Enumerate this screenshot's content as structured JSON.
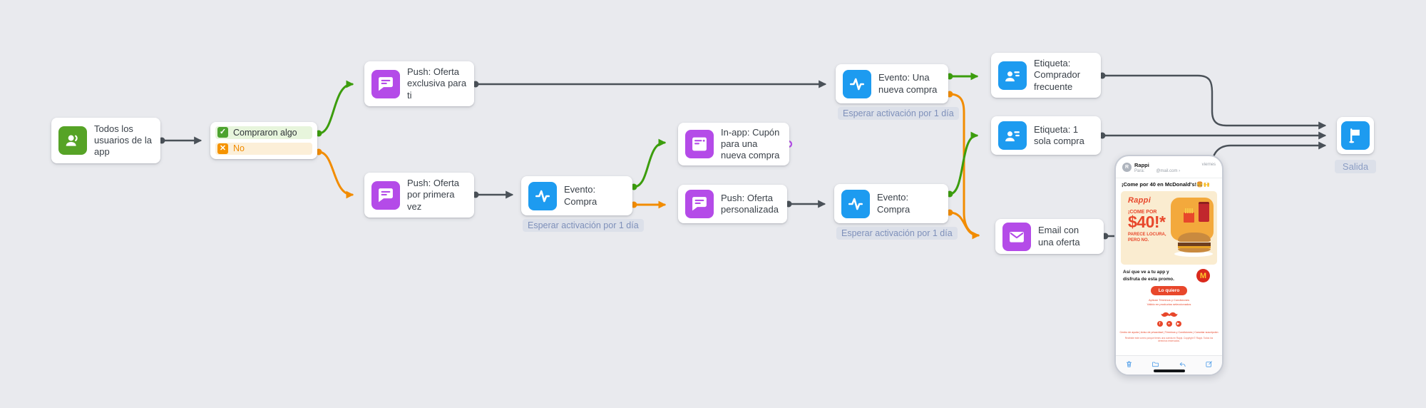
{
  "nodes": {
    "audience": {
      "title": "Todos los usuarios de la app"
    },
    "split": {
      "branch_yes": "Compraron algo",
      "branch_no": "No"
    },
    "push_exclusive": {
      "title": "Push: Oferta exclusiva para ti"
    },
    "push_first_time": {
      "title": "Push: Oferta por primera vez"
    },
    "event_purchase_1": {
      "title": "Evento: Compra",
      "wait_badge": "Esperar activación por 1 día"
    },
    "inapp_coupon": {
      "title": "In-app: Cupón para una nueva compra"
    },
    "push_personalized": {
      "title": "Push: Oferta personalizada"
    },
    "event_purchase_2": {
      "title": "Evento: Compra",
      "wait_badge": "Esperar activación por 1 día"
    },
    "event_new_purchase": {
      "title": "Evento: Una nueva compra",
      "wait_badge": "Esperar activación por 1 día"
    },
    "tag_frequent": {
      "title": "Etiqueta: Comprador frecuente"
    },
    "tag_single": {
      "title": "Etiqueta: 1 sola compra"
    },
    "email_offer": {
      "title": "Email con una oferta"
    },
    "exit": {
      "label": "Salida"
    }
  },
  "phone_email": {
    "avatar_letter": "R",
    "sender": "Rappi",
    "to_label": "Para:",
    "to_address": "@mail.com ›",
    "date": "viernes",
    "subject": "¡Come por 40 en McDonald's!🍔🙌",
    "hero_brand": "Rappi",
    "hero_line1": "¡COME POR",
    "hero_amount": "$40!*",
    "hero_line2": "PARECE LOCURA,",
    "hero_line3": "PERO NO.",
    "body_line1": "Así que ve a tu app y",
    "body_line2": "disfruta de esta promo.",
    "mcdonalds_m": "M",
    "cta_label": "Lo quiero",
    "legal_line1": "Aplican Términos y Condiciones",
    "legal_line2": "Válido en productos seleccionados",
    "social_f": "f",
    "social_dot": "●",
    "social_play": "▶",
    "footer_links": "Centro de ayuda  |  Aviso de privacidad  |  Términos y Condiciones  |  Cancelar suscripción",
    "footer_fine": "Recibiste este correo porque tienes una cuenta en Rappi. Copyright © Rappi. Todos los derechos reservados."
  },
  "colors": {
    "canvas_bg": "#E9EAEE",
    "node_green": "#56A326",
    "node_purple": "#B44BE8",
    "node_blue": "#1D9BF0",
    "connector_dark": "#4A5158",
    "connector_green": "#3C9D0D",
    "connector_orange": "#F28C00",
    "wait_badge_bg": "#DCE0E9",
    "wait_badge_text": "#7E90BA"
  }
}
